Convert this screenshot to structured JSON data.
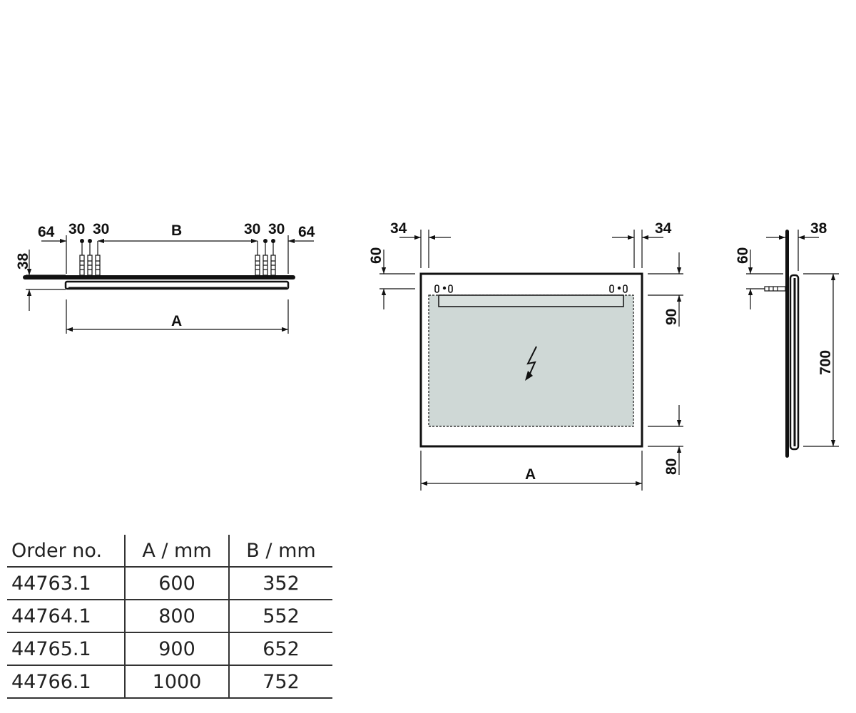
{
  "top_view": {
    "dims": {
      "left_offset": "64",
      "left_spacing_1": "30",
      "left_spacing_2": "30",
      "center_width": "B",
      "right_spacing_1": "30",
      "right_spacing_2": "30",
      "right_offset": "64",
      "depth": "38",
      "overall_width": "A"
    }
  },
  "front_view": {
    "dims": {
      "left_inset": "34",
      "right_inset": "34",
      "top_mount": "60",
      "top_light": "90",
      "bottom_margin": "80",
      "overall_width": "A"
    },
    "icon": "lightning-icon"
  },
  "side_view": {
    "dims": {
      "depth": "38",
      "top_mount": "60",
      "height": "700"
    }
  },
  "table": {
    "headers": [
      "Order no.",
      "A / mm",
      "B / mm"
    ],
    "rows": [
      [
        "44763.1",
        "600",
        "352"
      ],
      [
        "44764.1",
        "800",
        "552"
      ],
      [
        "44765.1",
        "900",
        "652"
      ],
      [
        "44766.1",
        "1000",
        "752"
      ]
    ]
  },
  "colors": {
    "line": "#111111",
    "mirror_fill": "#cfd8d6"
  }
}
